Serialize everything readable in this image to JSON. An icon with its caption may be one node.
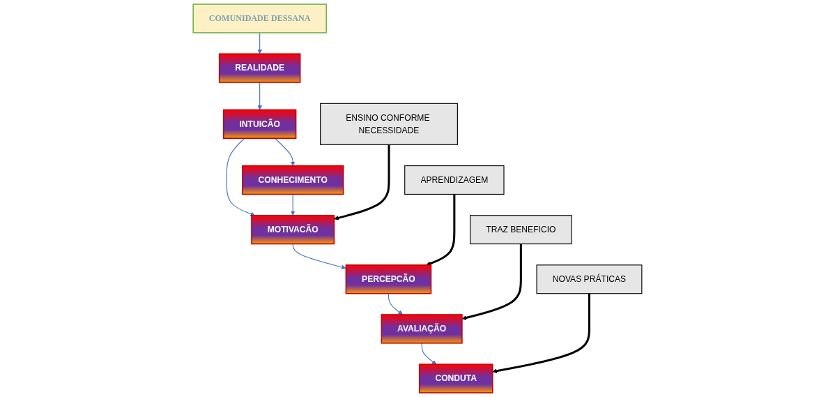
{
  "diagram": {
    "nodes": [
      {
        "text": [
          "COMUNIDADE DESSANA"
        ]
      },
      {
        "text": [
          "REALIDADE"
        ]
      },
      {
        "text": [
          "INTUICÃO"
        ]
      },
      {
        "text": [
          "CONHECIMENTO"
        ]
      },
      {
        "text": [
          "MOTIVACÃO"
        ]
      },
      {
        "text": [
          "ENSINO CONFORME NECESSIDADE"
        ]
      },
      {
        "text": [
          "APRENDIZAGEM"
        ]
      },
      {
        "text": [
          "PERCEPCÃO"
        ]
      },
      {
        "text": [
          "AVALIAÇÃO"
        ]
      },
      {
        "text": [
          "TRAZ BENEFICIO"
        ]
      },
      {
        "text": [
          "NOVAS PRÁTICAS"
        ]
      },
      {
        "text": [
          "CONDUTA"
        ]
      }
    ],
    "edges": [
      {
        "from": 0,
        "to": 1,
        "arrow": "to"
      },
      {
        "from": 1,
        "to": 2,
        "arrow": "to"
      },
      {
        "from": 2,
        "to": 3,
        "arrow": "to"
      },
      {
        "from": 2,
        "to": 4,
        "arrow": "to"
      },
      {
        "from": 3,
        "to": 4,
        "arrow": "to"
      },
      {
        "from": 5,
        "to": 4,
        "arrow": "to",
        "style": "thick",
        "color": "#000000"
      },
      {
        "from": 4,
        "to": 7,
        "arrow": "to"
      },
      {
        "from": 6,
        "to": 7,
        "arrow": "to",
        "style": "thick",
        "color": "#000000"
      },
      {
        "from": 7,
        "to": 8,
        "arrow": "to"
      },
      {
        "from": 9,
        "to": 8,
        "arrow": "to",
        "style": "thick",
        "color": "#000000"
      },
      {
        "from": 8,
        "to": 11,
        "arrow": "to"
      },
      {
        "from": 10,
        "to": 11,
        "arrow": "to",
        "style": "thick",
        "color": "#000000"
      }
    ]
  }
}
